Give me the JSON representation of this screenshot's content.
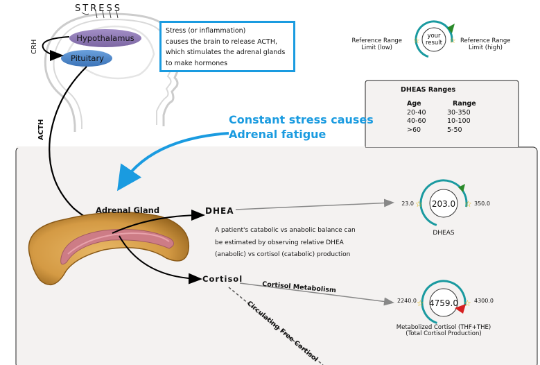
{
  "head": {
    "stress_label": "STRESS",
    "hypothalamus_label": "Hypothalamus",
    "pituitary_label": "Pituitary",
    "crh_label": "CRH",
    "acth_label": "ACTH"
  },
  "info_box": {
    "lines": [
      "Stress (or inflammation)",
      "causes the brain to release ACTH,",
      "which stimulates the adrenal glands",
      "to make hormones"
    ]
  },
  "legend": {
    "ref_low": [
      "Reference Range",
      "Limit (low)"
    ],
    "ref_high": [
      "Reference Range",
      "Limit (high)"
    ],
    "your_result": [
      "your",
      "result"
    ]
  },
  "dheas_ranges": {
    "title": "DHEAS Ranges",
    "columns": [
      "Age",
      "Range"
    ],
    "rows": [
      [
        "20-40",
        "30-350"
      ],
      [
        "40-60",
        "10-100"
      ],
      [
        ">60",
        "5-50"
      ]
    ]
  },
  "callout": {
    "line1": "Constant stress causes",
    "line2": "Adrenal fatigue"
  },
  "gland": {
    "adrenal_gland_label": "Adrenal Gland",
    "dhea_label": "DHEA",
    "cortisol_label": "Cortisol",
    "cortisol_metabolism_label": "Cortisol Metabolism",
    "circulating_label": "Circulating Free Cortisol"
  },
  "explanation": {
    "lines": [
      "A patient's catabolic vs anabolic balance can",
      "be estimated by observing relative DHEA",
      "(anabolic) vs cortisol (catabolic) production"
    ]
  },
  "gauges": {
    "dheas": {
      "low": "23.0",
      "high": "350.0",
      "value": "203.0",
      "name": "DHEAS",
      "marker_color": "#2a8a2a"
    },
    "cortisol": {
      "low": "2240.0",
      "high": "4300.0",
      "value": "4759.0",
      "name_line1": "Metabolized Cortisol (THF+THE)",
      "name_line2": "(Total Cortisol Production)",
      "marker_color": "#d62020"
    }
  },
  "colors": {
    "accent_blue": "#1a9be0",
    "hypothalamus": "#8e79b3",
    "pituitary": "#4d86c9",
    "gauge_teal": "#1a9aa0",
    "gland_outer": "#d9a049",
    "gland_inner": "#cc7f8f"
  }
}
